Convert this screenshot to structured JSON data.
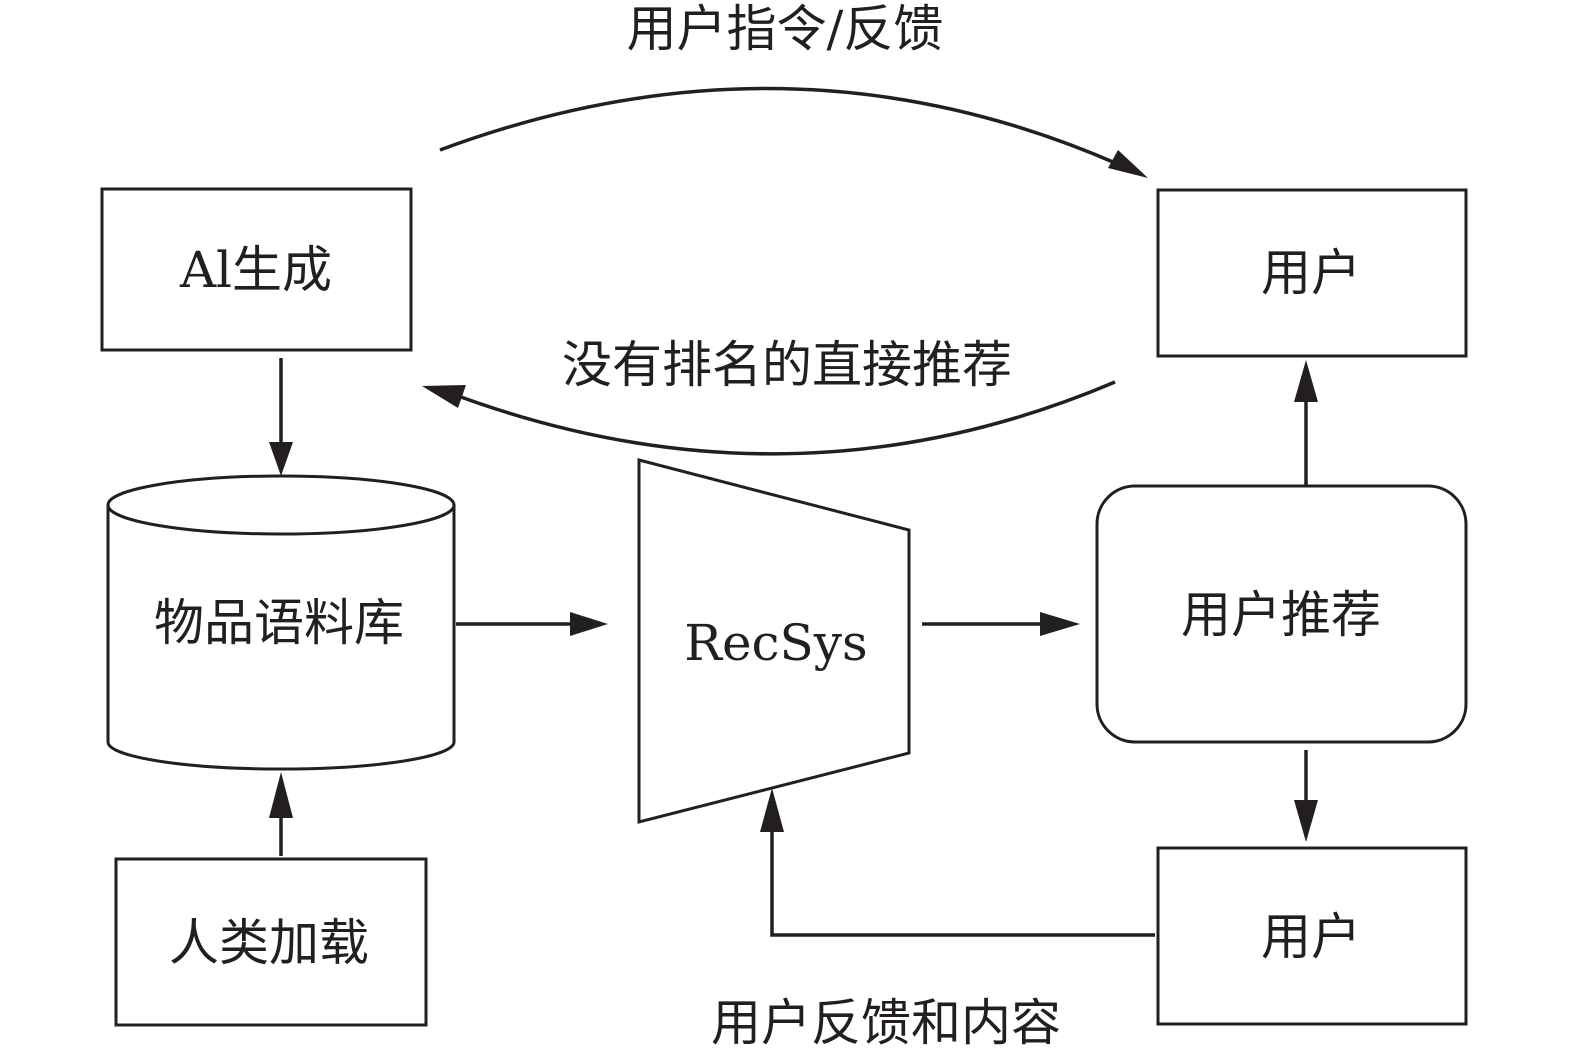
{
  "diagram": {
    "nodes": {
      "ai_generated": {
        "label": "Al生成",
        "shape": "rectangle"
      },
      "item_corpus": {
        "label": "物品语料库",
        "shape": "cylinder"
      },
      "human_loaded": {
        "label": "人类加载",
        "shape": "rectangle"
      },
      "recsys": {
        "label": "RecSys",
        "shape": "trapezoid"
      },
      "user_recommendation": {
        "label": "用户推荐",
        "shape": "rounded-rectangle"
      },
      "user_top": {
        "label": "用户",
        "shape": "rectangle"
      },
      "user_bottom": {
        "label": "用户",
        "shape": "rectangle"
      }
    },
    "edges": [
      {
        "from": "ai_generated",
        "to": "item_corpus",
        "label": ""
      },
      {
        "from": "human_loaded",
        "to": "item_corpus",
        "label": ""
      },
      {
        "from": "item_corpus",
        "to": "recsys",
        "label": ""
      },
      {
        "from": "recsys",
        "to": "user_recommendation",
        "label": ""
      },
      {
        "from": "user_recommendation",
        "to": "user_top",
        "label": ""
      },
      {
        "from": "user_recommendation",
        "to": "user_bottom",
        "label": ""
      },
      {
        "from": "user_bottom",
        "to": "recsys",
        "label": "用户反馈和内容"
      },
      {
        "from": "ai_generated",
        "to": "user_top",
        "label": "用户指令/反馈"
      },
      {
        "from": "user_top",
        "to": "ai_generated",
        "label": "没有排名的直接推荐"
      }
    ],
    "edge_labels": {
      "user_instruction_feedback": "用户指令/反馈",
      "direct_recommendation_no_ranking": "没有排名的直接推荐",
      "user_feedback_and_content": "用户反馈和内容"
    },
    "colors": {
      "stroke": "#231f20",
      "background": "#ffffff"
    }
  }
}
